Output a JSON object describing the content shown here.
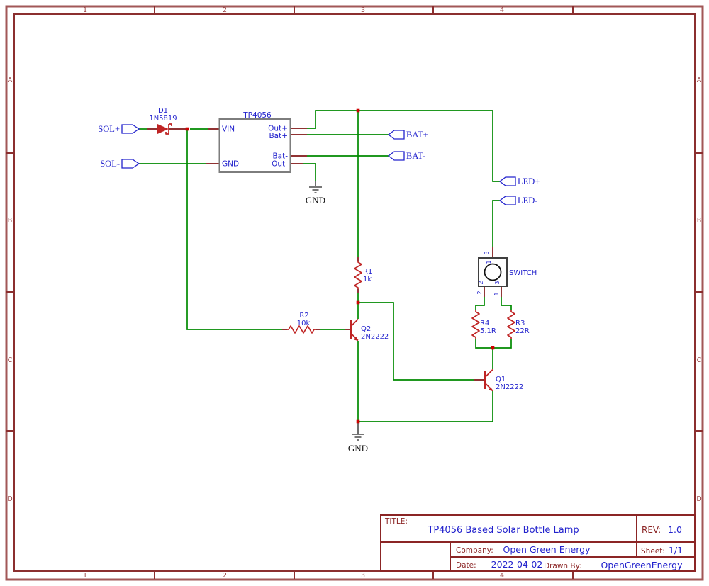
{
  "frame": {
    "cols": [
      "1",
      "2",
      "3",
      "4"
    ],
    "rows": [
      "A",
      "B",
      "C",
      "D"
    ]
  },
  "ic": {
    "name": "TP4056",
    "pins_left": [
      "VIN",
      "GND"
    ],
    "pins_right": [
      "Out+",
      "Bat+",
      "Bat-",
      "Out-"
    ]
  },
  "parts": {
    "d1_ref": "D1",
    "d1_val": "1N5819",
    "r1_ref": "R1",
    "r1_val": "1k",
    "r2_ref": "R2",
    "r2_val": "10k",
    "r3_ref": "R3",
    "r3_val": "22R",
    "r4_ref": "R4",
    "r4_val": "5.1R",
    "q1_ref": "Q1",
    "q1_val": "2N2222",
    "q2_ref": "Q2",
    "q2_val": "2N2222",
    "sw_ref": "SWITCH",
    "sw_pins": {
      "top_outer": "3",
      "top_inner": "1",
      "bottom_left_inner": "2",
      "bottom_right_inner": "3",
      "bottom_left_outer": "2",
      "bottom_right_outer": "1"
    }
  },
  "ports": {
    "sol_plus": "SOL+",
    "sol_minus": "SOL-",
    "bat_plus": "BAT+",
    "bat_minus": "BAT-",
    "led_plus": "LED+",
    "led_minus": "LED-"
  },
  "gnd_label": "GND",
  "title_block": {
    "title_label": "TITLE:",
    "title": "TP4056 Based Solar Bottle Lamp",
    "rev_label": "REV:",
    "rev": "1.0",
    "company_label": "Company:",
    "company": "Open Green Energy",
    "sheet_label": "Sheet:",
    "sheet": "1/1",
    "date_label": "Date:",
    "date": "2022-04-02",
    "drawn_by_label": "Drawn By:",
    "drawn_by": "OpenGreenEnergy"
  },
  "colors": {
    "wire": "#008a00",
    "pin_stub": "#801515",
    "part": "#bf2424",
    "label_blue": "#2323cd",
    "frame": "#8b2f2f",
    "junction": "#cf0000"
  }
}
